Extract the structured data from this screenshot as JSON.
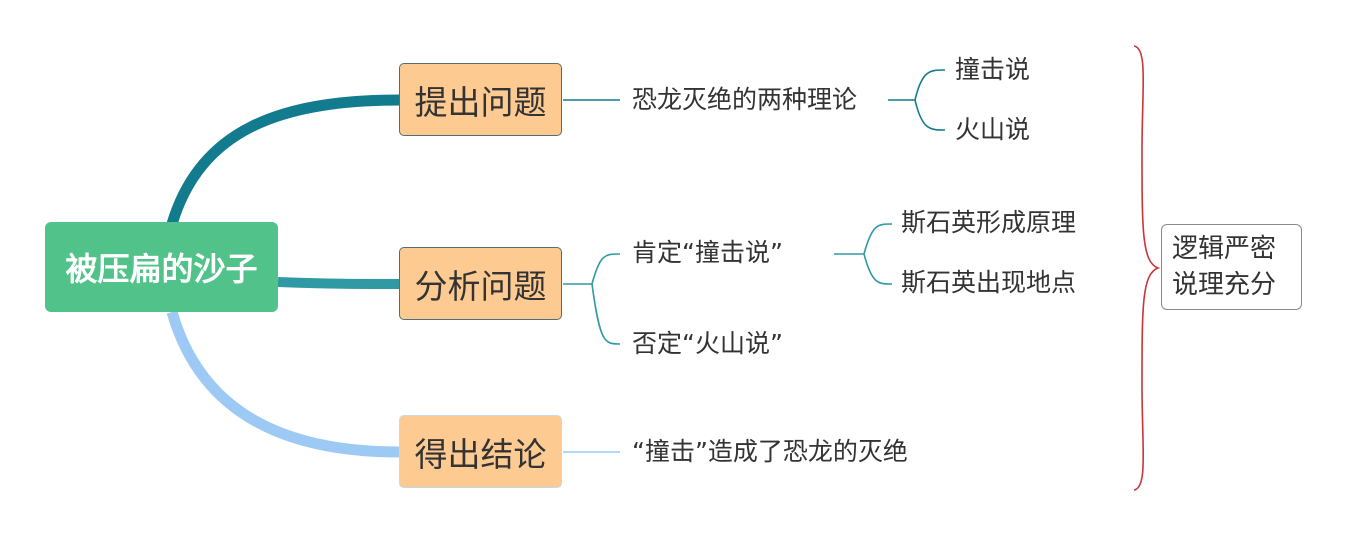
{
  "root": "被压扁的沙子",
  "topics": [
    {
      "label": "提出问题",
      "color": "#127b8e",
      "subs": [
        {
          "label": "恐龙灭绝的两种理论",
          "children": [
            "撞击说",
            "火山说"
          ]
        }
      ]
    },
    {
      "label": "分析问题",
      "color": "#2f9aa3",
      "subs": [
        {
          "label": "肯定“撞击说”",
          "children": [
            "斯石英形成原理",
            "斯石英出现地点"
          ]
        },
        {
          "label": "否定“火山说”",
          "children": []
        }
      ]
    },
    {
      "label": "得出结论",
      "color": "#9ccaf5",
      "subs": [
        {
          "label": "“撞击”造成了恐龙的灭绝",
          "children": []
        }
      ]
    }
  ],
  "summary": {
    "line1": "逻辑严密",
    "line2": "说理充分"
  },
  "colors": {
    "root_fill": "#52c28b",
    "topic_fill": "#fdca92",
    "brace": "#c8363a"
  }
}
